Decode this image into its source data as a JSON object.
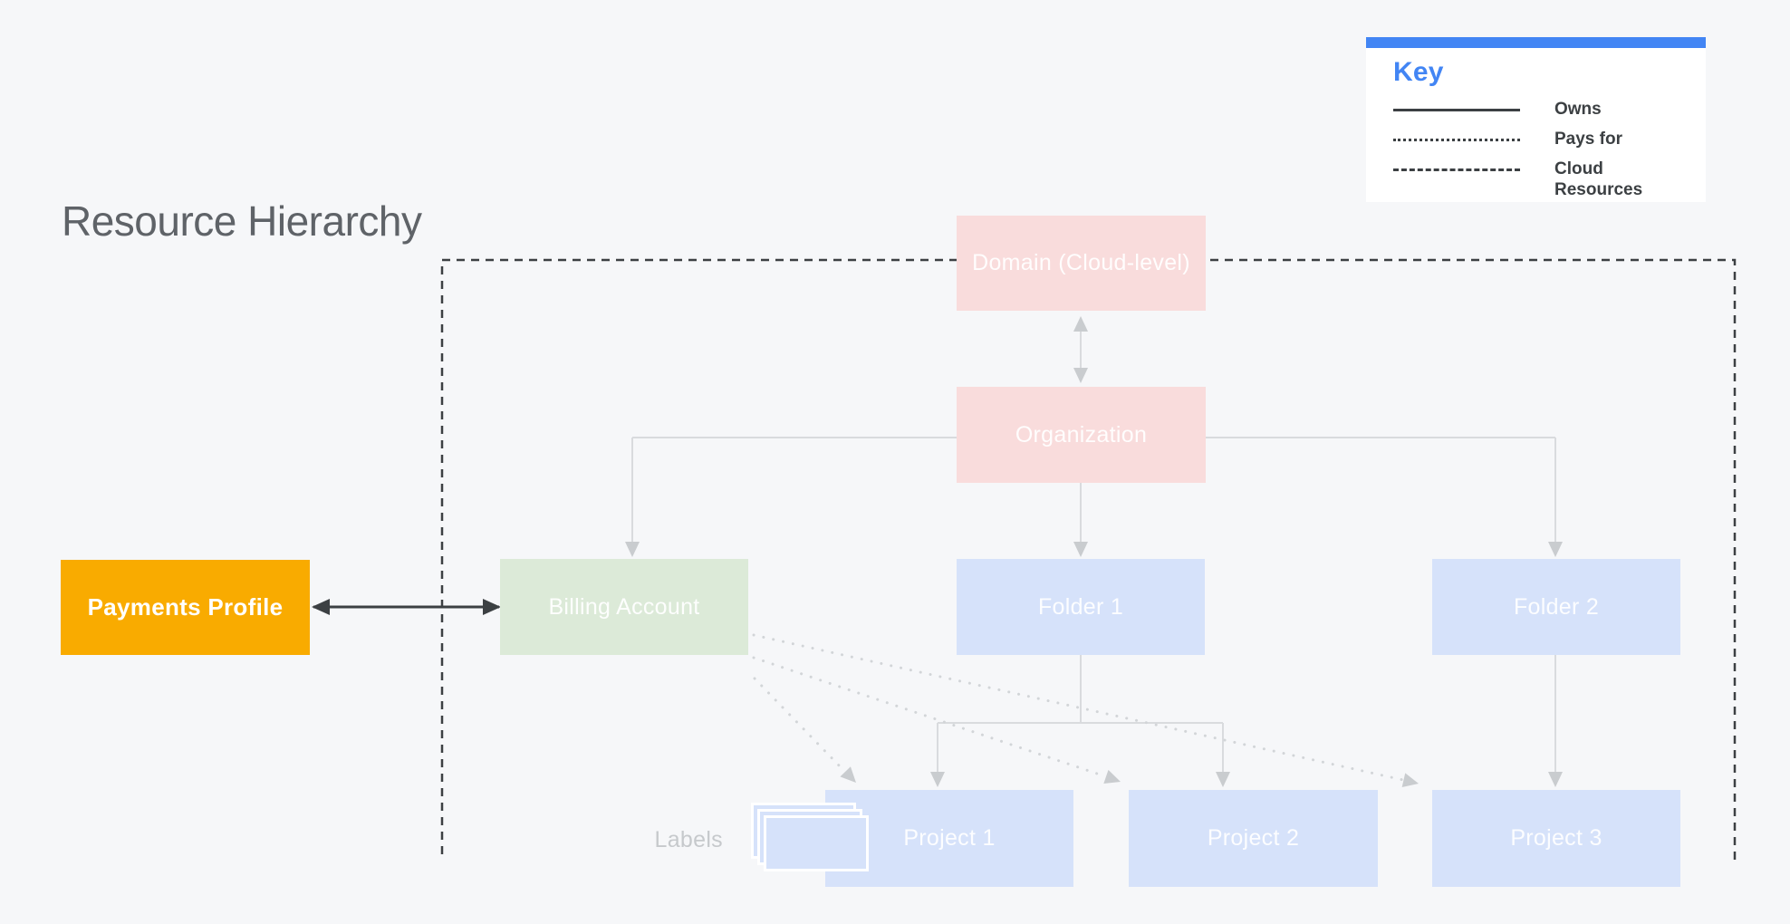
{
  "title": "Resource Hierarchy",
  "key": {
    "heading": "Key",
    "items": [
      {
        "style": "solid",
        "label": "Owns"
      },
      {
        "style": "dotted",
        "label": "Pays for"
      },
      {
        "style": "dashed",
        "label": "Cloud Resources"
      }
    ]
  },
  "nodes": {
    "domain": {
      "label": "Domain (Cloud-level)",
      "fill": "#f9dcdc"
    },
    "organization": {
      "label": "Organization",
      "fill": "#f9dcdc"
    },
    "billing_account": {
      "label": "Billing Account",
      "fill": "#dcead8"
    },
    "folder1": {
      "label": "Folder 1",
      "fill": "#d6e2fa"
    },
    "folder2": {
      "label": "Folder 2",
      "fill": "#d6e2fa"
    },
    "project1": {
      "label": "Project 1",
      "fill": "#d6e2fa"
    },
    "project2": {
      "label": "Project 2",
      "fill": "#d6e2fa"
    },
    "project3": {
      "label": "Project 3",
      "fill": "#d6e2fa"
    },
    "payments_profile": {
      "label": "Payments Profile",
      "fill": "#f9ab00"
    }
  },
  "labels_caption": "Labels",
  "colors": {
    "background": "#f6f7f9",
    "legend_accent": "#4285f4",
    "domain_org_fill": "#f9dcdc",
    "billing_fill": "#dcead8",
    "folder_project_fill": "#d6e2fa",
    "payments_fill": "#f9ab00",
    "dark_line": "#3c4043",
    "light_line": "#d9dbde",
    "title_text": "#5f6368"
  }
}
